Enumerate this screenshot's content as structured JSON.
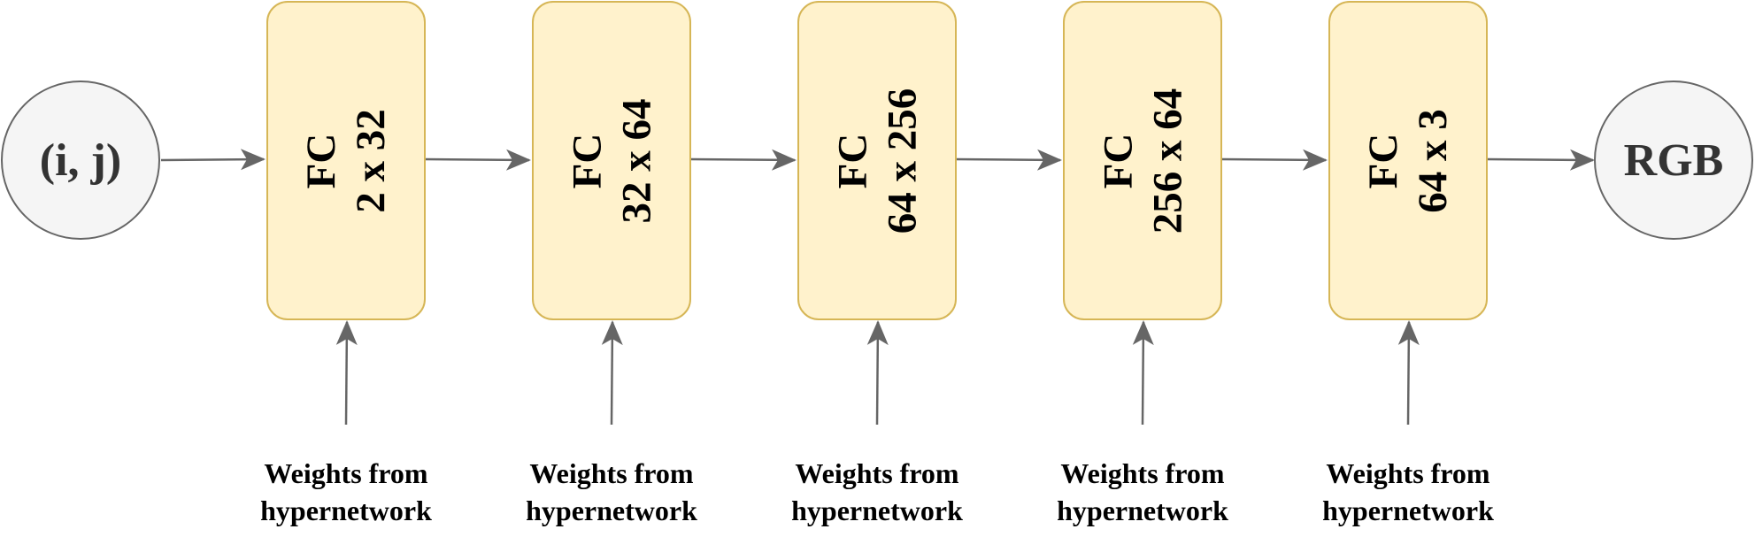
{
  "input_node": {
    "label": "(i, j)"
  },
  "output_node": {
    "label": "RGB"
  },
  "layers": [
    {
      "type": "FC",
      "dims": "2 x 32"
    },
    {
      "type": "FC",
      "dims": "32 x 64"
    },
    {
      "type": "FC",
      "dims": "64 x 256"
    },
    {
      "type": "FC",
      "dims": "256 x 64"
    },
    {
      "type": "FC",
      "dims": "64 x 3"
    }
  ],
  "weights_label": {
    "line1": "Weights from",
    "line2": "hypernetwork"
  },
  "colors": {
    "box_fill": "#fff2cc",
    "box_border": "#d6b656",
    "node_fill": "#f5f5f5",
    "node_border": "#666666",
    "arrow": "#666666"
  }
}
